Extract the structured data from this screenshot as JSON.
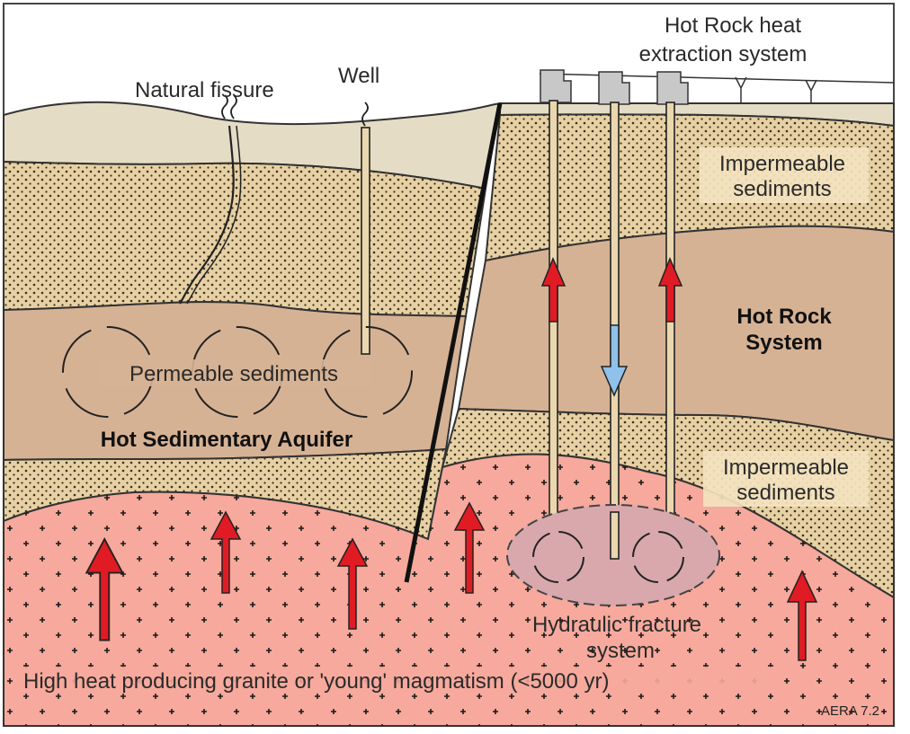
{
  "colors": {
    "sky": "#ffffff",
    "surface_soil": "#e4dcc5",
    "sediment": "#e7d1a4",
    "hot_rock": "#d6b294",
    "granite": "#f6a99c",
    "up_arrow": "#e01b23",
    "down_arrow": "#8fc1ea",
    "fracture_zone": "#d8a8ac"
  },
  "labels": {
    "natural_fissure": "Natural fissure",
    "well": "Well",
    "extraction_line1": "Hot Rock heat",
    "extraction_line2": "extraction system",
    "impermeable_top_line1": "Impermeable",
    "impermeable_top_line2": "sediments",
    "hot_rock_line1": "Hot Rock",
    "hot_rock_line2": "System",
    "permeable": "Permeable sediments",
    "aquifer": "Hot Sedimentary Aquifer",
    "impermeable_bottom_line1": "Impermeable",
    "impermeable_bottom_line2": "sediments",
    "fracture_line1": "Hydraulic fracture",
    "fracture_line2": "system",
    "granite": "High heat producing granite or 'young' magmatism (<5000 yr)",
    "credit": "AERA 7.2"
  },
  "icons": {
    "heat_flow": "red-up-arrow",
    "injection": "blue-down-arrow",
    "convection": "circular-arrow",
    "plant": "heat-extraction-plant",
    "pylon": "power-pylon"
  }
}
